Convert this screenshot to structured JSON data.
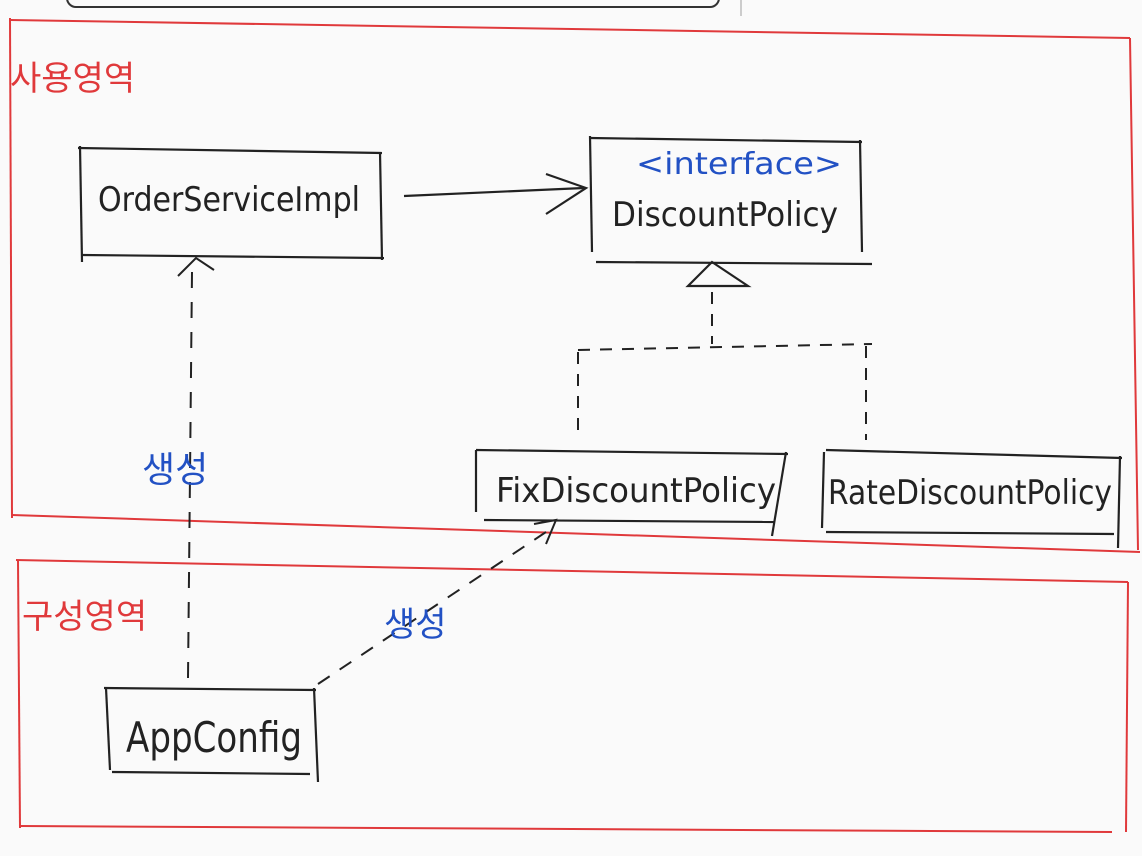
{
  "regions": {
    "usage": {
      "label": "사용영역",
      "color": "#e0393b"
    },
    "config": {
      "label": "구성영역",
      "color": "#e0393b"
    }
  },
  "nodes": {
    "order_service_impl": {
      "label": "OrderServiceImpl"
    },
    "discount_policy": {
      "label": "DiscountPolicy",
      "stereotype": "<interface>"
    },
    "fix_discount_policy": {
      "label": "FixDiscountPolicy"
    },
    "rate_discount_policy": {
      "label": "RateDiscountPolicy"
    },
    "app_config": {
      "label": "AppConfig"
    }
  },
  "edges": {
    "creates_order_label": "생성",
    "creates_fix_label": "생성"
  },
  "colors": {
    "ink": "#222222",
    "blue": "#2251c4",
    "red": "#e0393b"
  }
}
